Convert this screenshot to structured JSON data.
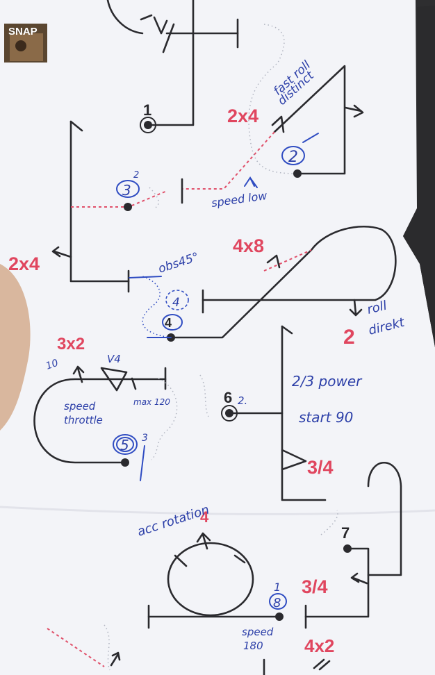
{
  "badge": {
    "label": "SNAP"
  },
  "red_labels": {
    "top_2x4": "2x4",
    "left_2x4": "2x4",
    "mid_4x8": "4x8",
    "roll_2": "2",
    "left_3x2": "3x2",
    "right_3_4a": "3/4",
    "right_3_4b": "3/4",
    "loop_4": "4",
    "bottom_4x2": "4x2"
  },
  "numbers": {
    "n1": "1",
    "n4": "4",
    "n6": "6",
    "n7": "7"
  },
  "handwriting": {
    "fast_roll": "fast roll",
    "distinct": "distinct",
    "speed_low": "speed low",
    "obs45": "obs45°",
    "roll": "roll",
    "direkt": "direkt",
    "n2": "2",
    "n3": "3",
    "n5": "5",
    "n8": "8",
    "n4_dashed": "4",
    "sup_2": "2",
    "sup_3": "3",
    "sup_1": "1",
    "six_2": "2.",
    "ten": "10",
    "v4": "V4",
    "speed_throttle_1": "speed",
    "speed_throttle_2": "throttle",
    "max120": "max 120",
    "power": "2/3 power",
    "start90": "start 90",
    "acc_rotation": "acc rotation",
    "speed180_1": "speed",
    "speed180_2": "180"
  }
}
